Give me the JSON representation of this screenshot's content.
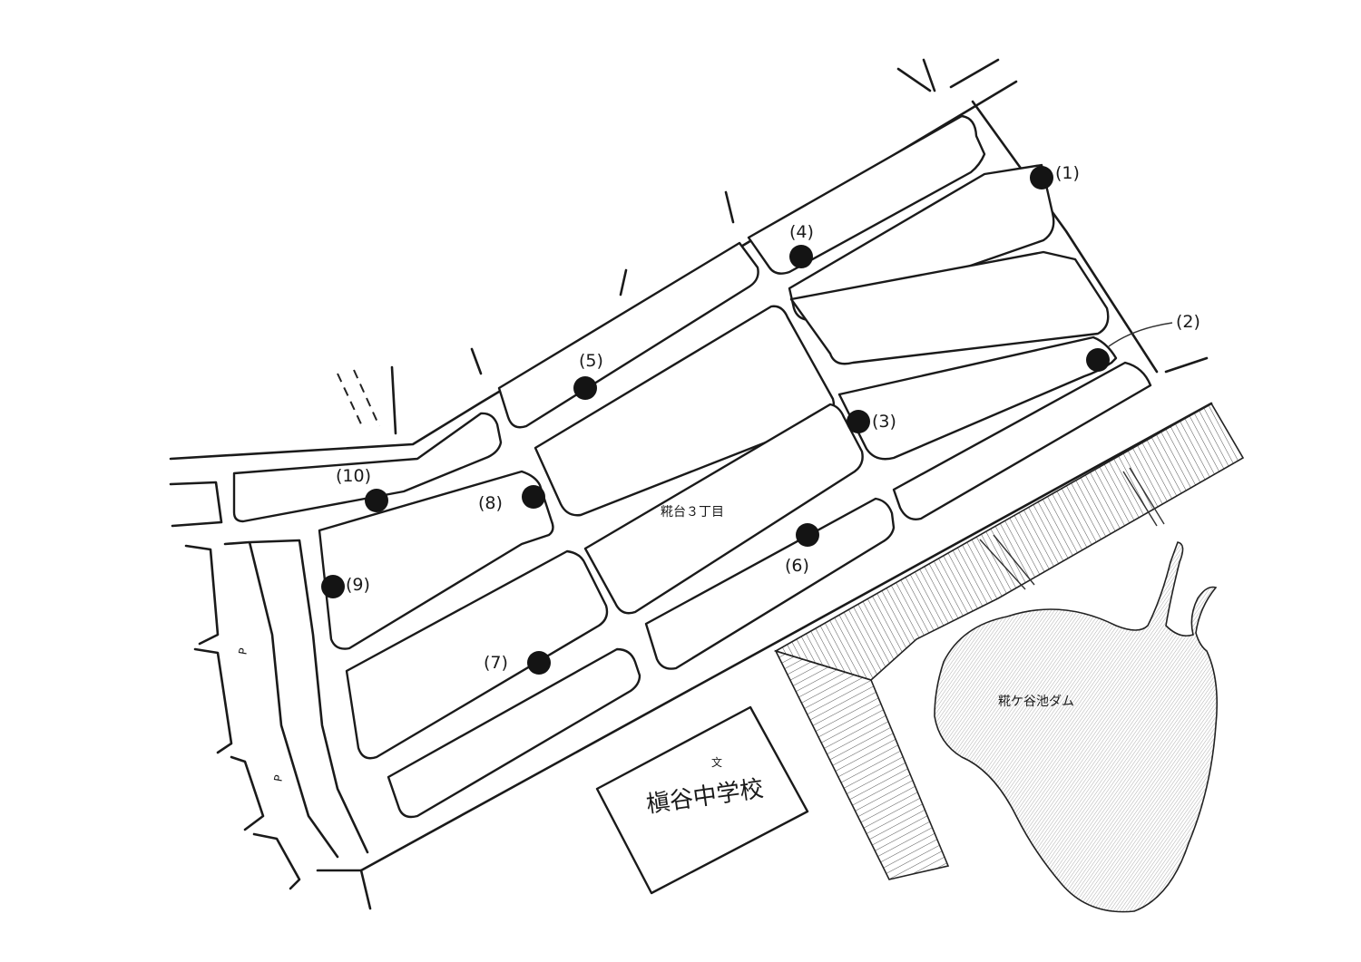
{
  "map": {
    "district_label": "糀台３丁目",
    "dam_label": "糀ケ谷池ダム",
    "school_symbol": "文",
    "school_name": "槇谷中学校",
    "parking_mark": "P"
  },
  "points": [
    {
      "id": 1,
      "label": "(1)"
    },
    {
      "id": 2,
      "label": "(2)"
    },
    {
      "id": 3,
      "label": "(3)"
    },
    {
      "id": 4,
      "label": "(4)"
    },
    {
      "id": 5,
      "label": "(5)"
    },
    {
      "id": 6,
      "label": "(6)"
    },
    {
      "id": 7,
      "label": "(7)"
    },
    {
      "id": 8,
      "label": "(8)"
    },
    {
      "id": 9,
      "label": "(9)"
    },
    {
      "id": 10,
      "label": "(10)"
    }
  ],
  "colors": {
    "ink": "#1a1a1a",
    "paper": "#ffffff",
    "dam_shading": "#d9d9d9"
  }
}
